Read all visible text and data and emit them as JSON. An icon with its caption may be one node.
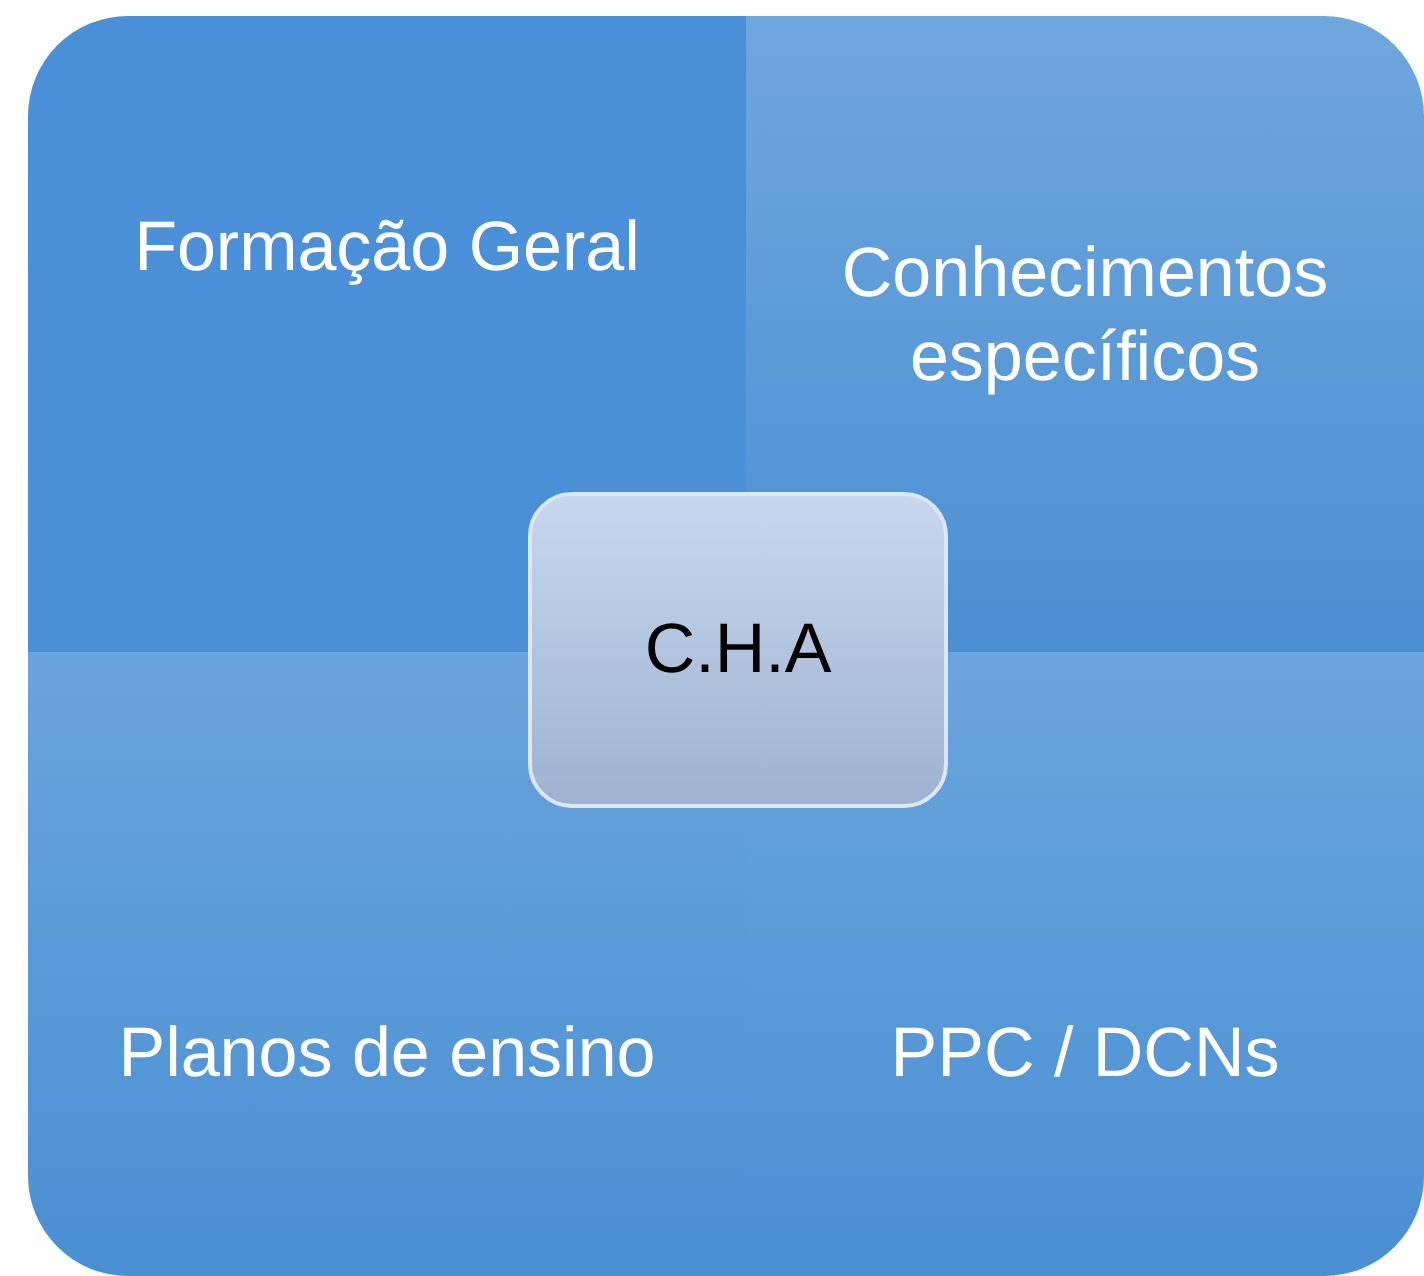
{
  "diagram": {
    "nodes": [
      {
        "text": [
          "Formação Geral"
        ]
      },
      {
        "text": [
          "Conhecimentos específicos"
        ]
      },
      {
        "text": [
          "Planos de ensino"
        ]
      },
      {
        "text": [
          "PPC / DCNs"
        ]
      },
      {
        "text": [
          "C.H.A"
        ]
      }
    ]
  }
}
